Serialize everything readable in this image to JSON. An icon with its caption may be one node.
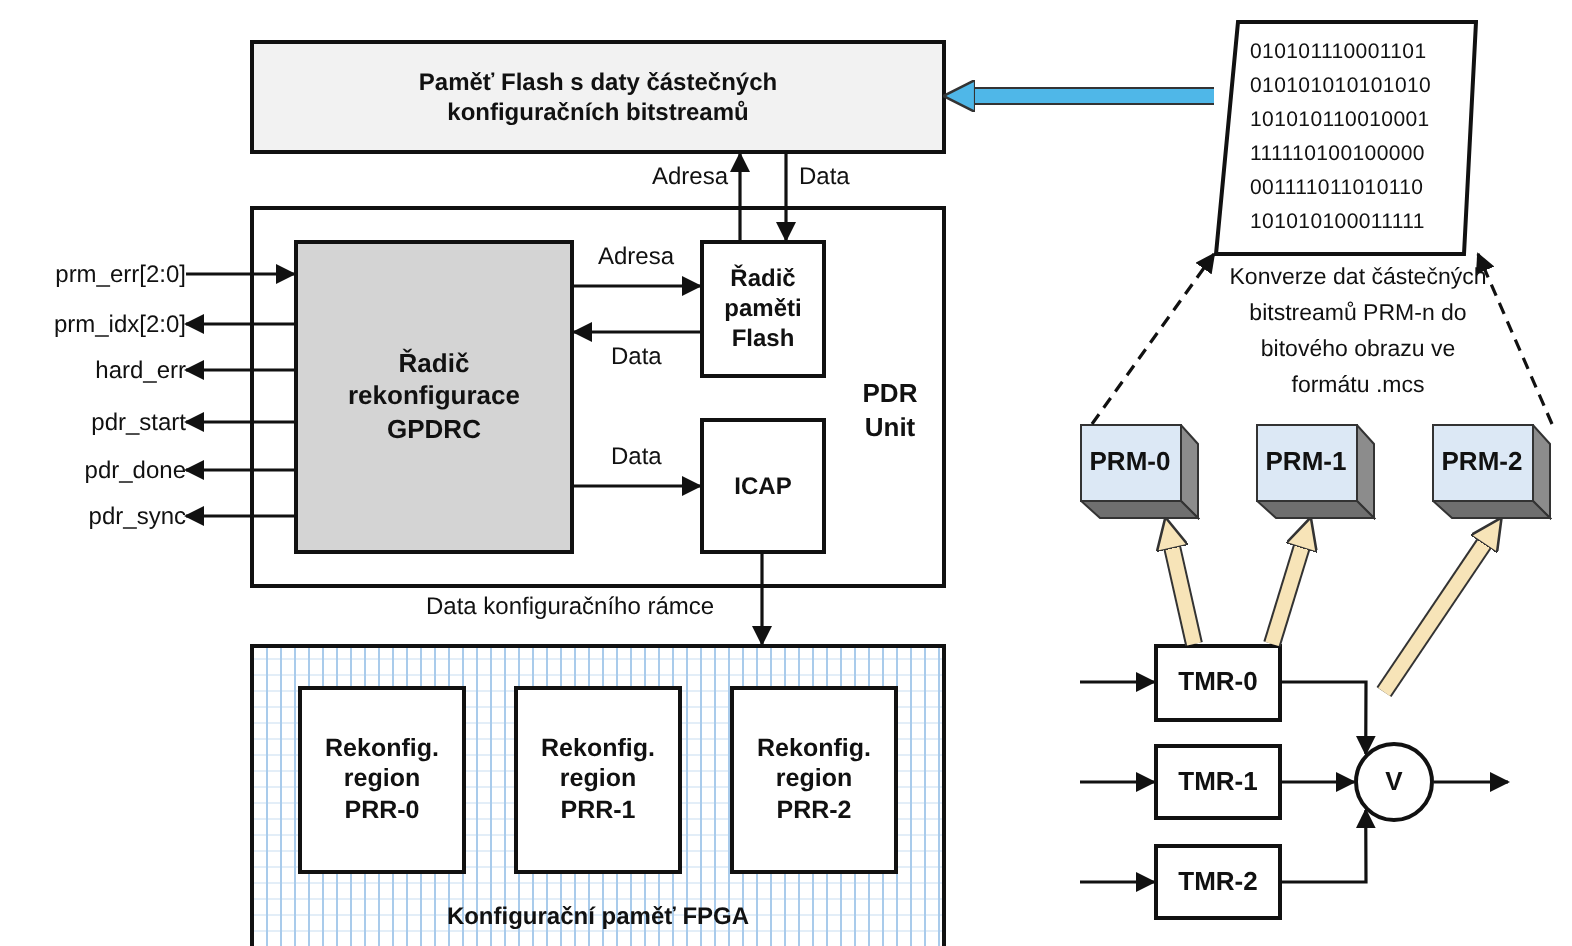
{
  "diagram": {
    "nodes": [
      {
        "text": [
          "Paměť Flash s daty částečných konfiguračních bitstreamů"
        ]
      },
      {
        "text": [
          "PDR Unit"
        ]
      },
      {
        "text": [
          "Řadič rekonfigurace GPDRC"
        ],
        "in": 1
      },
      {
        "text": [
          "Řadič paměti Flash"
        ],
        "in": 1
      },
      {
        "text": [
          "ICAP"
        ],
        "in": 1
      },
      {
        "text": [
          "Konfigurační paměť FPGA"
        ]
      },
      {
        "text": [
          "Rekonfig. region PRR-0"
        ],
        "in": 5
      },
      {
        "text": [
          "Rekonfig. region PRR-1"
        ],
        "in": 5
      },
      {
        "text": [
          "Rekonfig. region PRR-2"
        ],
        "in": 5
      },
      {
        "text": [
          "010101110001101 010101010101010 101010110010001 111110100100000 001111011010110 101010100011111"
        ]
      },
      {
        "text": [
          "PRM-0"
        ]
      },
      {
        "text": [
          "PRM-1"
        ]
      },
      {
        "text": [
          "PRM-2"
        ]
      },
      {
        "text": [
          "TMR-0"
        ]
      },
      {
        "text": [
          "TMR-1"
        ]
      },
      {
        "text": [
          "TMR-2"
        ]
      },
      {
        "text": [
          "V"
        ]
      },
      {
        "text": [
          "prm_err[2:0]"
        ]
      },
      {
        "text": [
          "prm_idx[2:0]"
        ]
      },
      {
        "text": [
          "hard_err"
        ]
      },
      {
        "text": [
          "pdr_start"
        ]
      },
      {
        "text": [
          "pdr_done"
        ]
      },
      {
        "text": [
          "pdr_sync"
        ]
      }
    ],
    "edges": [
      {
        "from": 3,
        "to": 0,
        "arrow": "to",
        "label": "Adresa"
      },
      {
        "from": 0,
        "to": 3,
        "arrow": "to",
        "label": "Data"
      },
      {
        "from": 2,
        "to": 3,
        "arrow": "to",
        "label": "Adresa"
      },
      {
        "from": 3,
        "to": 2,
        "arrow": "to",
        "label": "Data"
      },
      {
        "from": 2,
        "to": 4,
        "arrow": "to",
        "label": "Data"
      },
      {
        "from": 4,
        "to": 5,
        "arrow": "to",
        "label": "Data konfiguračního rámce"
      },
      {
        "from": 9,
        "to": 0,
        "arrow": "to",
        "style": "thick",
        "color": "#4fb7e8"
      },
      {
        "from": 10,
        "to": 9,
        "arrow": "to",
        "style": "dashed"
      },
      {
        "from": 12,
        "to": 9,
        "arrow": "to",
        "style": "dashed"
      },
      {
        "from": 13,
        "to": 10,
        "arrow": "to",
        "style": "thick",
        "color": "#f7e4b8"
      },
      {
        "from": 13,
        "to": 11,
        "arrow": "to",
        "style": "thick",
        "color": "#f7e4b8"
      },
      {
        "from": null,
        "to": 12,
        "arrow": "to",
        "style": "thick",
        "color": "#f7e4b8"
      },
      {
        "from": null,
        "to": 13,
        "arrow": "to"
      },
      {
        "from": null,
        "to": 14,
        "arrow": "to"
      },
      {
        "from": null,
        "to": 15,
        "arrow": "to"
      },
      {
        "from": 13,
        "to": 16,
        "arrow": "to"
      },
      {
        "from": 14,
        "to": 16,
        "arrow": "to"
      },
      {
        "from": 15,
        "to": 16,
        "arrow": "to"
      },
      {
        "from": 16,
        "to": null,
        "arrow": "to"
      },
      {
        "from": 17,
        "to": 2,
        "arrow": "to"
      },
      {
        "from": 2,
        "to": 18,
        "arrow": "to"
      },
      {
        "from": 2,
        "to": 19,
        "arrow": "to"
      },
      {
        "from": 2,
        "to": 20,
        "arrow": "to"
      },
      {
        "from": 2,
        "to": 21,
        "arrow": "to"
      },
      {
        "from": 2,
        "to": 22,
        "arrow": "to"
      }
    ],
    "labels": [
      "Konverze dat částečných bitstreamů PRM-n do bitového obrazu ve formátu .mcs"
    ]
  }
}
